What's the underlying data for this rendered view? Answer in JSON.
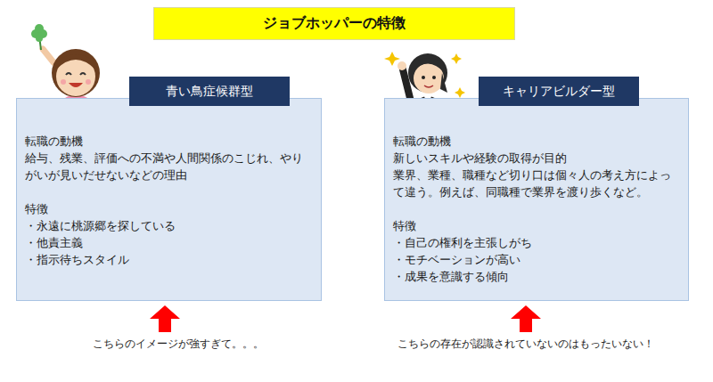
{
  "diagram": {
    "title": "ジョブホッパーの特徴",
    "nodes": [
      {
        "text": [
          "青い鳥症候群型"
        ]
      },
      {
        "text": [
          "転職の動機",
          "給与、残業、評価への不満や人間関係のこじれ、やりがいが見いだせないなどの理由",
          "特徴",
          "・永遠に桃源郷を探している",
          "・他責主義",
          "・指示待ちスタイル"
        ]
      },
      {
        "text": [
          "キャリアビルダー型"
        ]
      },
      {
        "text": [
          "転職の動機",
          "新しいスキルや経験の取得が目的",
          "業界、業種、職種など切り口は個々人の考え方によって違う。例えば、同職種で業界を渡り歩くなど。",
          "特徴",
          "・自己の権利を主張しがち",
          "・モチベーションが高い",
          "・成果を意識する傾向"
        ]
      }
    ],
    "labels": [
      "こちらのイメージが強すぎて。。。",
      "こちらの存在が認識されていないのはもったいない！"
    ]
  }
}
